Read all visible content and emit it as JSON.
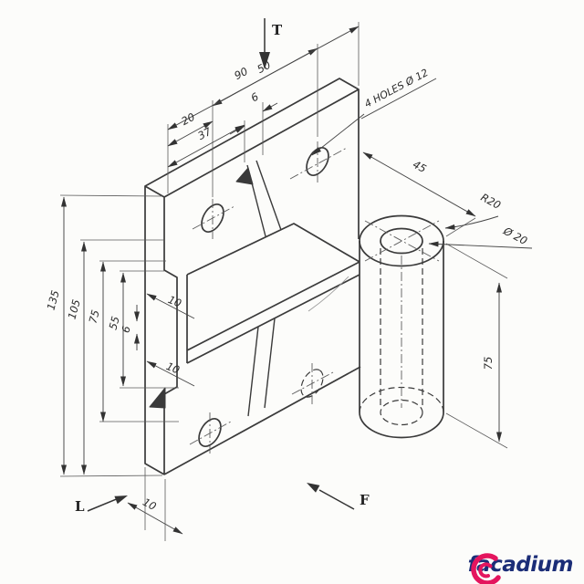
{
  "drawing_labels": {
    "holes_note": "4 HOLES Ø 12",
    "views": {
      "top": "T",
      "left": "L",
      "front": "F"
    }
  },
  "dimensions": {
    "plate_length": "90",
    "hole_spacing": "50",
    "edge_to_hole": "20",
    "rib_position": "37",
    "rib_thickness": "6",
    "depth": "45",
    "boss_radius": "R20",
    "bore_diameter": "Ø 20",
    "boss_height": "75",
    "total_height": "135",
    "height_105": "105",
    "height_75": "75",
    "notch_height": "55",
    "web_thickness": "6",
    "offset_top": "10",
    "offset_bottom": "10",
    "base_thickness": "10"
  },
  "logo": {
    "text": "facadium"
  },
  "colors": {
    "object_line": "#3a3a3a",
    "dim_line": "#4b4b4b",
    "logo_pink": "#e4155e",
    "logo_navy": "#1b2d77",
    "paper": "#fcfcfa"
  }
}
